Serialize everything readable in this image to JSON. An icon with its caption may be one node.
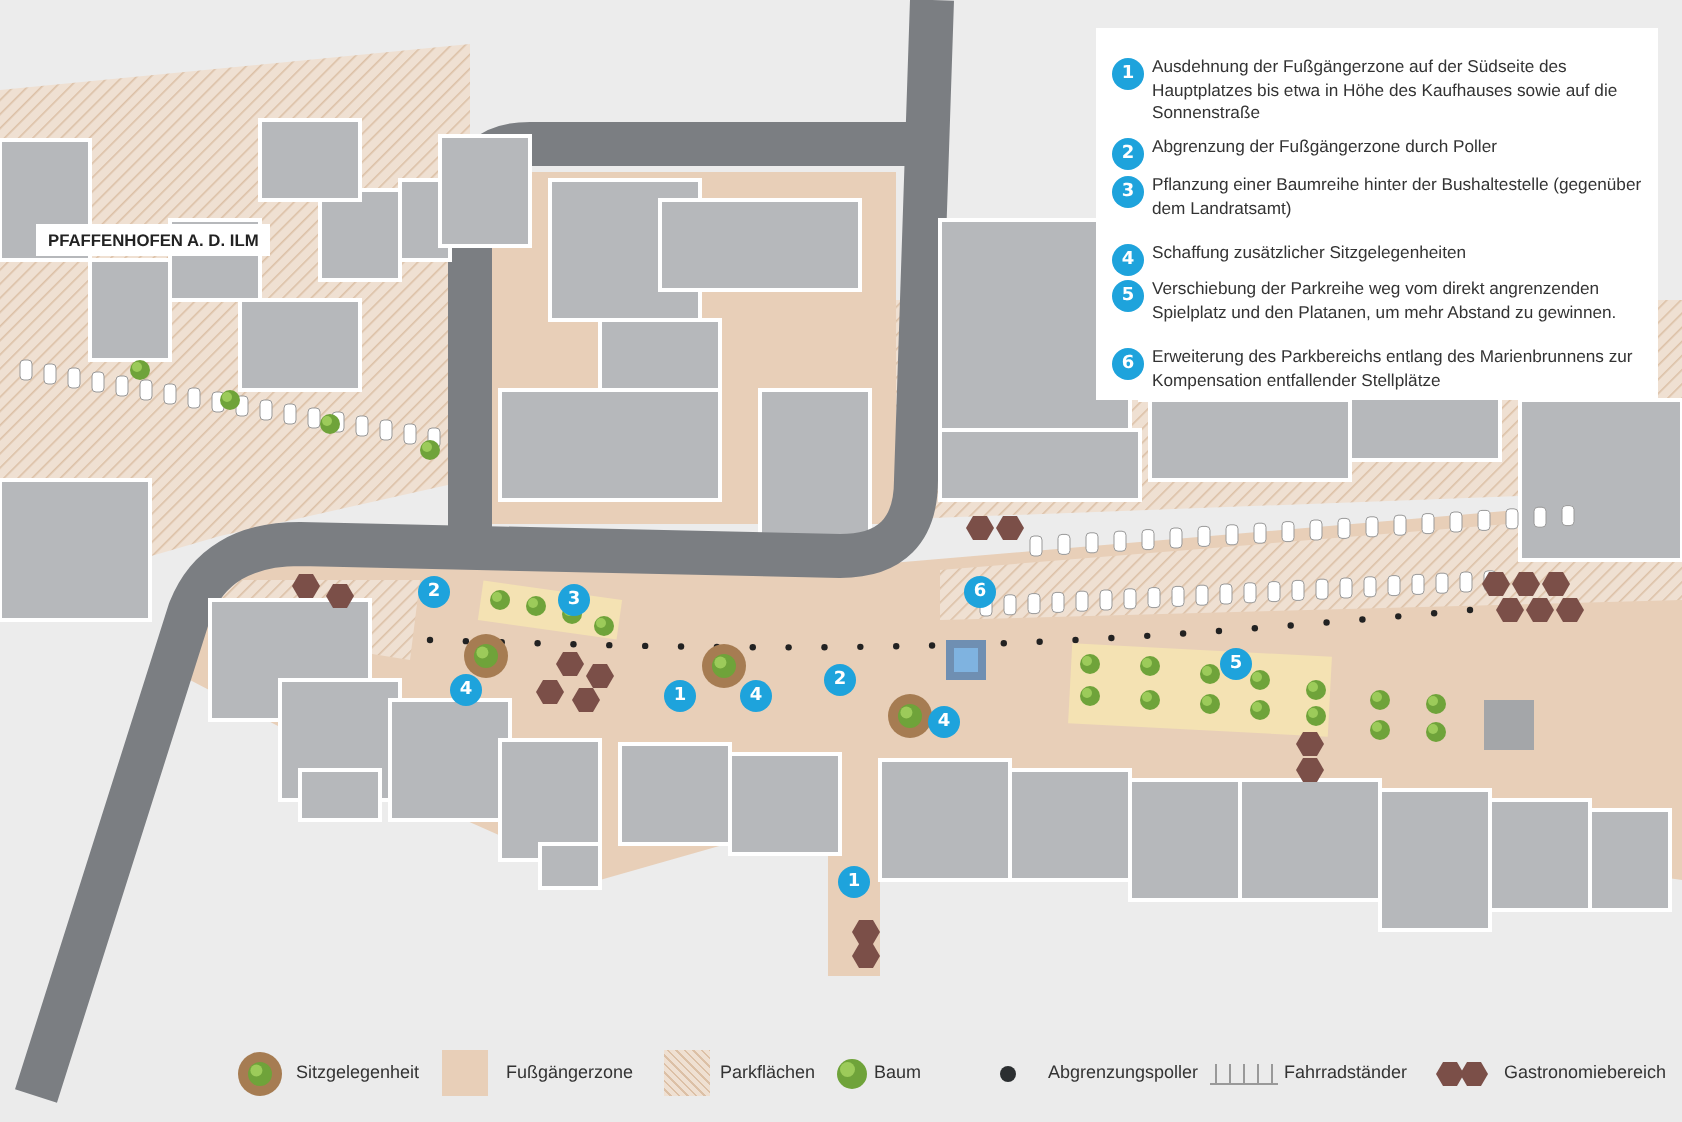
{
  "diagram": {
    "labels": [
      "PFAFFENHOFEN A. D. ILM",
      "1",
      "Ausdehnung der Fußgängerzone auf der Südseite des Hauptplatzes bis etwa in Höhe des Kaufhauses sowie auf die Sonnenstraße",
      "2",
      "Abgrenzung der Fußgängerzone durch Poller",
      "3",
      "Pflanzung einer Baumreihe hinter der Bushaltestelle (gegenüber dem Landratsamt)",
      "4",
      "Schaffung zusätzlicher Sitzgelegenheiten",
      "5",
      "Verschiebung der Parkreihe weg vom direkt angrenzenden Spielplatz und den Platanen, um mehr Abstand zu gewinnen.",
      "6",
      "Erweiterung des Parkbereichs entlang des Marienbrunnens zur Kompensation entfallender Stellplätze",
      "2",
      "6",
      "3",
      "5",
      "2",
      "4",
      "1",
      "4",
      "4",
      "1"
    ],
    "legend": [
      {
        "text": "Sitzgelegenheit"
      },
      {
        "text": "Fußgängerzone",
        "color": "#e8cfb8"
      },
      {
        "text": "Parkflächen"
      },
      {
        "text": "Baum"
      },
      {
        "text": "Abgrenzungspoller"
      },
      {
        "text": "Fahrradständer"
      },
      {
        "text": "Gastronomiebereich"
      }
    ]
  }
}
